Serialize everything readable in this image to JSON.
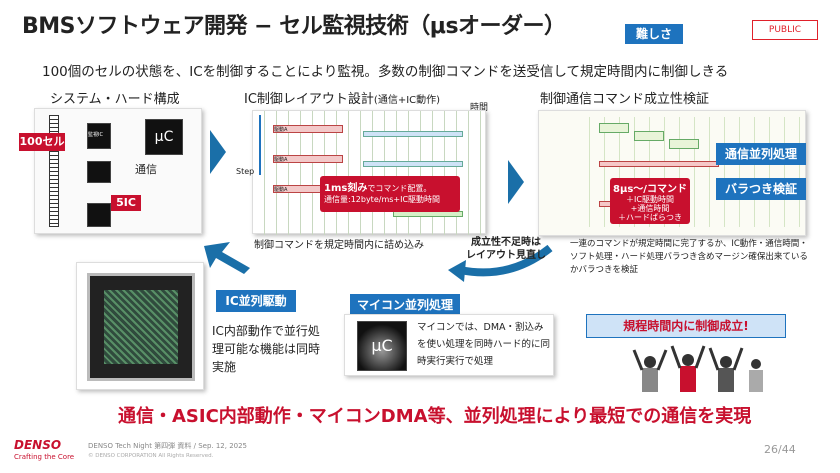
{
  "header": {
    "title": "BMSソフトウェア開発 − セル監視技術（μsオーダー）",
    "difficulty_badge": "難しさ",
    "public_badge": "PUBLIC",
    "subtitle": "100個のセルの状態を、ICを制御することにより監視。多数の制御コマンドを送受信して規定時間内に制御しきる"
  },
  "system": {
    "title": "システム・ハード構成",
    "cells_tag": "100セル",
    "ic_label": "監視IC",
    "ic_tag": "5IC",
    "comm_label": "通信",
    "mcu_label": "μC"
  },
  "layout": {
    "title": "IC制御レイアウト設計",
    "title_paren": "(通信+IC動作)",
    "time_axis": "時間",
    "step_axis": "Step",
    "drive_label": "駆動A",
    "callout_line1": "1ms刻み",
    "callout_line1b": "でコマンド配置。",
    "callout_line2": "通信量:12byte/ms+IC駆動時間",
    "caption": "制御コマンドを規定時間内に詰め込み"
  },
  "verify": {
    "title": "制御通信コマンド成立性検証",
    "tag1": "通信並列処理",
    "tag2": "バラつき検証",
    "callout_line1": "8μs〜/コマンド",
    "callout_line2": "＋IC駆動時間",
    "callout_line3": "+通信時間",
    "callout_line4": "＋ハードばらつき",
    "desc": "一連のコマンドが規定時間に完了するか、IC動作・通信時間・ソフト処理・ハード処理バラつき含めマージン確保出来ているかバラつきを検証"
  },
  "feedback": {
    "line1": "成立性不足時は",
    "line2": "レイアウト見直し"
  },
  "ic_parallel": {
    "tag": "IC並列駆動",
    "desc": "IC内部動作で並行処理可能な機能は同時実施"
  },
  "mcu_parallel": {
    "tag": "マイコン並列処理",
    "mcu_label": "μC",
    "desc": "マイコンでは、DMA・割込みを使い処理を同時ハード的に同時実行実行で処理"
  },
  "result": {
    "banner": "規程時間内に制御成立!"
  },
  "conclusion": "通信・ASIC内部動作・マイコンDMA等、並列処理により最短での通信を実現",
  "footer": {
    "brand": "DENSO",
    "slogan": "Crafting the Core",
    "event": "DENSO Tech Night 第四弾 資料 / Sep. 12, 2025",
    "copyright": "© DENSO CORPORATION All Rights Reserved.",
    "page": "26/44"
  },
  "colors": {
    "accent_blue": "#1e73be",
    "accent_red": "#c8102e",
    "arrow_blue": "#1a6fa8"
  }
}
